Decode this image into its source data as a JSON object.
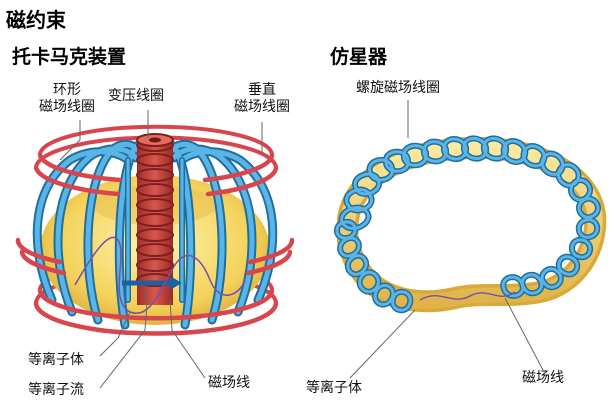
{
  "title": "磁约束",
  "tokamak": {
    "title": "托卡马克装置",
    "labels": {
      "toroidal_coil_line1": "环形",
      "toroidal_coil_line2": "磁场线圈",
      "transformer_coil": "变压线圈",
      "vertical_coil_line1": "垂直",
      "vertical_coil_line2": "磁场线圈",
      "plasma": "等离子体",
      "plasma_current": "等离子流",
      "field_line": "磁场线"
    }
  },
  "stellarator": {
    "title": "仿星器",
    "labels": {
      "helical_coil": "螺旋磁场线圈",
      "plasma": "等离子体",
      "field_line": "磁场线"
    }
  },
  "colors": {
    "coil_blue": "#4aa3d6",
    "coil_dark": "#1f6f9e",
    "plasma_yellow": "#f6d96a",
    "vertical_coil_red": "#d8454c",
    "transformer_red": "#c0403a",
    "field_line_purple": "#7a4fa8"
  }
}
